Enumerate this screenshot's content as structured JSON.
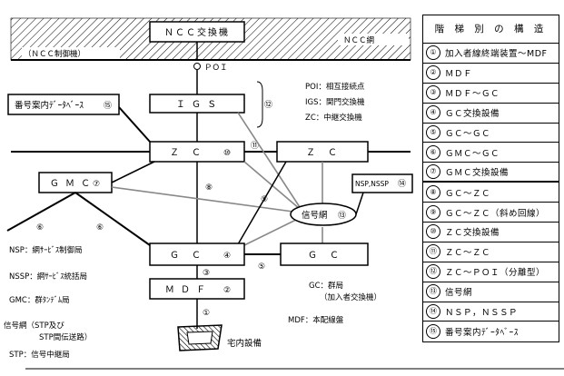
{
  "diagram": {
    "ncc_center": "ＮＣＣ交換機",
    "ncc_network": "ＮＣＣ網",
    "ncc_control": "（ＮＣＣ制御機）",
    "poi": "ＰＯＩ",
    "igs": "Ｉ Ｇ Ｓ",
    "zc1": "Ｚ　Ｃ",
    "zc2": "Ｚ　Ｃ",
    "gmc": "Ｇ Ｍ Ｃ",
    "gc1": "Ｇ　Ｃ",
    "gc2": "Ｇ　Ｃ",
    "mdf": "Ｍ Ｄ Ｆ",
    "directory": "番号案内ﾃﾞｰﾀﾍﾞｰｽ",
    "signal_net": "信号網",
    "nsp_nssp": "NSP,NSSP",
    "home_equipment": "宅内設備",
    "notes_top": [
      "POI：相互接続点",
      "IGS：関門交換機",
      "ZC：中継交換機"
    ],
    "notes_left": [
      "NSP：網ｻｰﾋﾞｽ制御局",
      "NSSP：網ｻｰﾋﾞｽ統括局",
      "GMC：群ﾀﾝﾃﾞﾑ局",
      "信号網（STP及び",
      "STP間伝送路）",
      "STP：信号中継局"
    ],
    "notes_right": [
      "GC：群局",
      "（加入者交換機）",
      "MDF：本配線盤"
    ],
    "numbers": [
      "①",
      "②",
      "③",
      "④",
      "⑤",
      "⑥",
      "⑦",
      "⑧",
      "⑨",
      "⑩",
      "⑪",
      "⑫",
      "⑬",
      "⑭",
      "⑮"
    ]
  },
  "legend": {
    "title": "階 梯 別 の 構 造",
    "rows": [
      {
        "num": "①",
        "text": "加入者線終端装置～MDF"
      },
      {
        "num": "②",
        "text": "ＭＤＦ"
      },
      {
        "num": "③",
        "text": "ＭＤＦ～ＧＣ"
      },
      {
        "num": "④",
        "text": "ＧＣ交換設備"
      },
      {
        "num": "⑤",
        "text": "ＧＣ～ＧＣ"
      },
      {
        "num": "⑥",
        "text": "ＧＭＣ～ＧＣ"
      },
      {
        "num": "⑦",
        "text": "ＧＭＣ交換設備"
      },
      {
        "num": "⑧",
        "text": "ＧＣ～ＺＣ"
      },
      {
        "num": "⑨",
        "text": "ＧＣ～ＺＣ（斜め回線）"
      },
      {
        "num": "⑩",
        "text": "ＺＣ交換設備"
      },
      {
        "num": "⑪",
        "text": "ＺＣ～ＺＣ"
      },
      {
        "num": "⑫",
        "text": "ＺＣ～ＰＯＩ（分離型）"
      },
      {
        "num": "⑬",
        "text": "信号網"
      },
      {
        "num": "⑭",
        "text": "ＮＳＰ，ＮＳＳＰ"
      },
      {
        "num": "⑮",
        "text": "番号案内ﾃﾞｰﾀﾍﾞｰｽ"
      }
    ]
  }
}
